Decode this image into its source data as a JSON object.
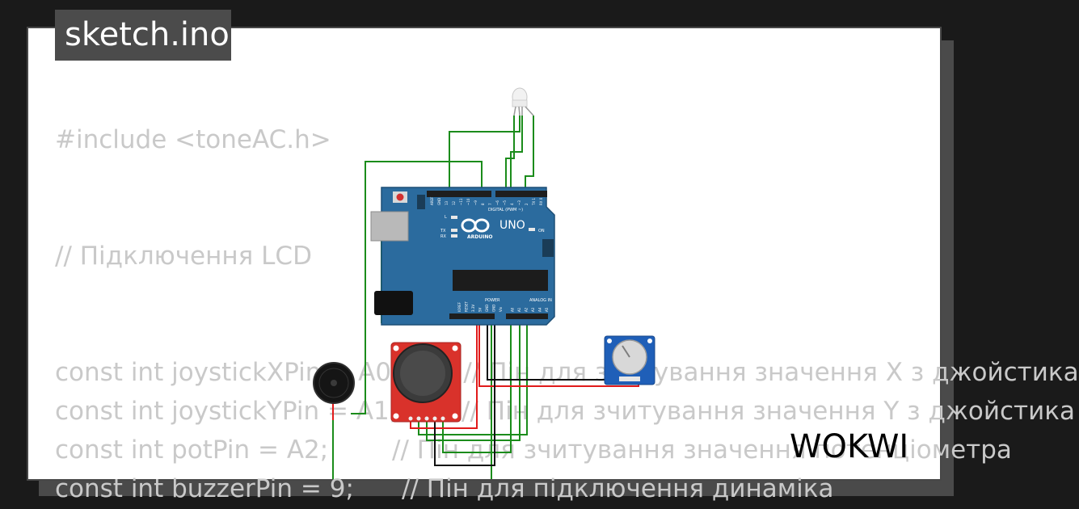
{
  "file_tab": {
    "label": "sketch.ino"
  },
  "code_lines": [
    "#include <toneAC.h>",
    "// Підключення LCD",
    "const int joystickXPin = A0;        // Пін для зчитування значення X з джойстика",
    "const int joystickYPin = A1;        // Пін для зчитування значення Y з джойстика",
    "const int potPin = A2;        // Пін для зчитування значення потенціометра",
    "const int buzzerPin = 9;      // Пін для підключення динаміка"
  ],
  "board": {
    "name": "UNO",
    "brand": "ARDUINO",
    "digital_label": "DIGITAL (PWM ~)",
    "power_label": "POWER",
    "analog_label": "ANALOG IN",
    "on_label": "ON",
    "l_label": "L",
    "tx_label": "TX",
    "rx_label": "RX",
    "top_pins": [
      "AREF",
      "GND",
      "13",
      "12",
      "~11",
      "~10",
      "~9",
      "8",
      "7",
      "~6",
      "~5",
      "4",
      "~3",
      "2",
      "TX 1",
      "RX 0"
    ],
    "bottom_pins": [
      "IOREF",
      "RESET",
      "3.3V",
      "5V",
      "GND",
      "GND",
      "Vin",
      "A0",
      "A1",
      "A2",
      "A3",
      "A4",
      "A5"
    ]
  },
  "logo": {
    "text": "WOKWI"
  },
  "colors": {
    "background": "#1a1a1a",
    "board_blue": "#2b6b9e",
    "wire_green": "#1b8c1b",
    "wire_red": "#e11b1b",
    "wire_black": "#111111",
    "joystick_red": "#d9322b",
    "pot_blue": "#1f5fb8"
  }
}
